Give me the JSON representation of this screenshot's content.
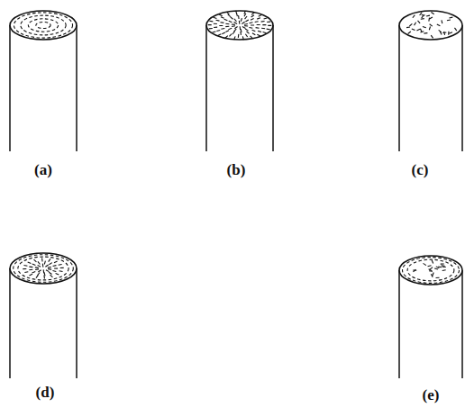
{
  "diagram": {
    "labels": [
      "(a)",
      "(b)",
      "(c)",
      "(d)",
      "(e)"
    ]
  }
}
